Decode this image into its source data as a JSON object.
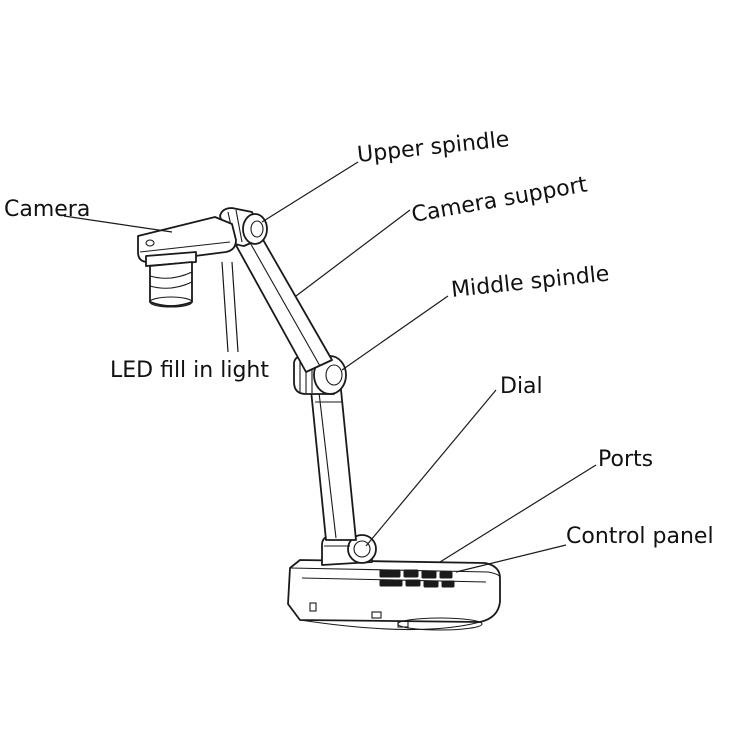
{
  "labels": {
    "upper_spindle": "Upper spindle",
    "camera_support": "Camera support",
    "camera": "Camera",
    "middle_spindle": "Middle spindle",
    "led_fill_in_light": "LED fill in light",
    "dial": "Dial",
    "ports": "Ports",
    "control_panel": "Control panel"
  },
  "colors": {
    "stroke": "#1a1a1a",
    "background": "#ffffff"
  }
}
